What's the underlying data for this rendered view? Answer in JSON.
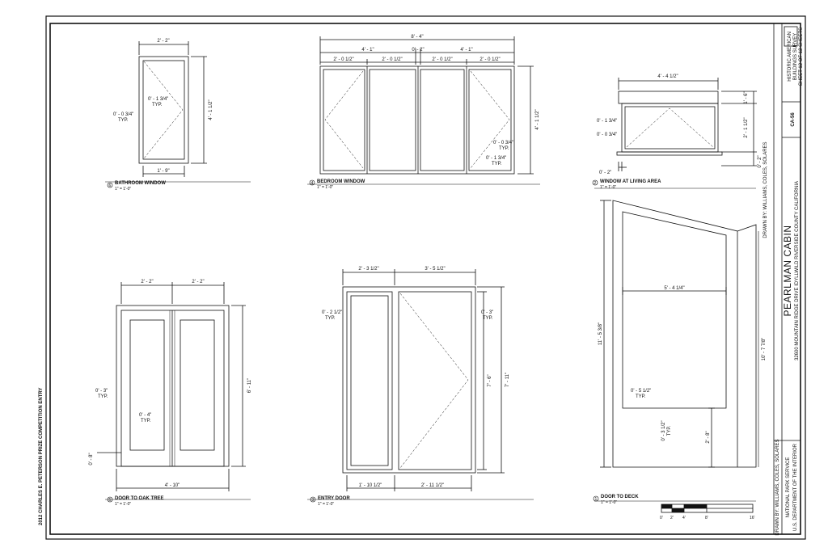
{
  "side_note": "2012 CHARLES E. PETERSON PRIZE COMPETITION ENTRY",
  "title_block": {
    "title": "PEARLMAN CABIN",
    "address": "32600 MOUNTAIN RIDGE DRIVE    IDYLLWILD    RIVERSIDE COUNTY    CALIFORNIA",
    "sheet_code": "CA-56",
    "survey_line1": "HISTORIC AMERICAN",
    "survey_line2": "BUILDINGS SURVEY",
    "sheet_of": "SHEET 12 OF 12 SHEETS",
    "drawn_by": "DRAWN BY:   WILLIAMS, COLES, SOLARES",
    "agency1": "NATIONAL PARK SERVICE",
    "agency2": "U.S. DEPARTMENT OF THE INTERIOR"
  },
  "views": {
    "v6": {
      "num": "6",
      "name": "BATHROOM WINDOW",
      "scale": "1\" = 1'-0\"",
      "d_top": "2' - 2\"",
      "d_bottom": "1' - 9\"",
      "d_right": "4' - 1 1/2\"",
      "n1": "0' - 1 3/4\"",
      "n1t": "TYP.",
      "n2": "0' - 0 3/4\"",
      "n2t": "TYP."
    },
    "v4": {
      "num": "4",
      "name": "BEDROOM WINDOW",
      "scale": "1\" = 1'-0\"",
      "d_overall": "8' - 4\"",
      "d_left": "4' - 1\"",
      "d_mid": "0' - 2\"",
      "d_rightgrp": "4' - 1\"",
      "d_a": "2' - 0 1/2\"",
      "d_b": "2' - 0 1/2\"",
      "d_c": "2' - 0 1/2\"",
      "d_d": "2' - 0 1/2\"",
      "d_height": "4' - 1 1/2\"",
      "n1": "0' - 0 3/4\"",
      "n1t": "TYP.",
      "n2": "0' - 1 3/4\"",
      "n2t": "TYP."
    },
    "v2": {
      "num": "2",
      "name": "WINDOW AT LIVING AREA",
      "scale": "1\" = 1'-0\"",
      "d_top": "4' - 4 1/2\"",
      "d_r1": "1' - 6\"",
      "d_r2": "2' - 1 1/2\"",
      "d_r3": "0' - 2\"",
      "n1": "0' - 1 3/4\"",
      "n2": "0' - 0 3/4\"",
      "n3": "0' - 2\""
    },
    "v5": {
      "num": "5",
      "name": "DOOR TO OAK TREE",
      "scale": "1\" = 1'-0\"",
      "d_t1": "2' - 2\"",
      "d_t2": "2' - 2\"",
      "d_bottom": "4' - 10\"",
      "d_right": "6' - 11\"",
      "n1": "0' - 3\"",
      "n1t": "TYP.",
      "n2": "0' - 4\"",
      "n2t": "TYP.",
      "n3": "0' - 8\""
    },
    "v3": {
      "num": "3",
      "name": "ENTRY DOOR",
      "scale": "1\" = 1'-0\"",
      "d_t1": "2' - 3 1/2\"",
      "d_t2": "3' - 5 1/2\"",
      "d_b1": "1' - 10 1/2\"",
      "d_b2": "2' - 11 1/2\"",
      "d_h1": "7' - 6\"",
      "d_h2": "7' - 11\"",
      "n1": "0' - 2 1/2\"",
      "n1t": "TYP.",
      "n2": "0' - 3\"",
      "n2t": "TYP."
    },
    "v1": {
      "num": "1",
      "name": "DOOR TO DECK",
      "scale": "1\" = 1'-0\"",
      "d_width": "5' - 4 1/4\"",
      "d_left": "11' - 5 3/8\"",
      "d_right": "10' - 7 7/8\"",
      "d_low": "2' - 8\"",
      "n1": "0' - 5 1/2\"",
      "n1t": "TYP.",
      "n2": "0' - 3 1/2\"",
      "n2t": "TYP."
    }
  },
  "scale_bar": {
    "t0": "0'",
    "t2": "2'",
    "t4": "4'",
    "t8": "8'",
    "t16": "16'"
  }
}
